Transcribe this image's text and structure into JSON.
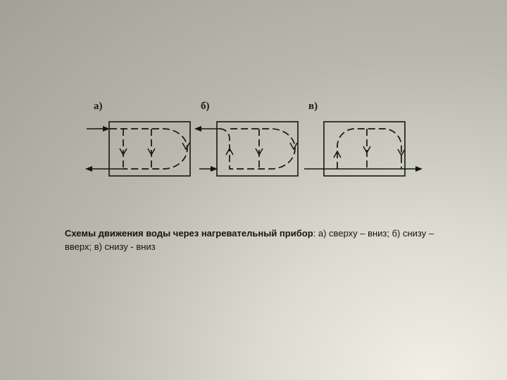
{
  "diagram": {
    "panels": [
      {
        "id": "a",
        "label": "а)"
      },
      {
        "id": "b",
        "label": "б)"
      },
      {
        "id": "c",
        "label": "в)"
      }
    ]
  },
  "caption": {
    "bold": "Схемы движения воды через нагревательный прибор",
    "rest": ": а) сверху – вниз; б) снизу – вверх; в) снизу - вниз"
  }
}
